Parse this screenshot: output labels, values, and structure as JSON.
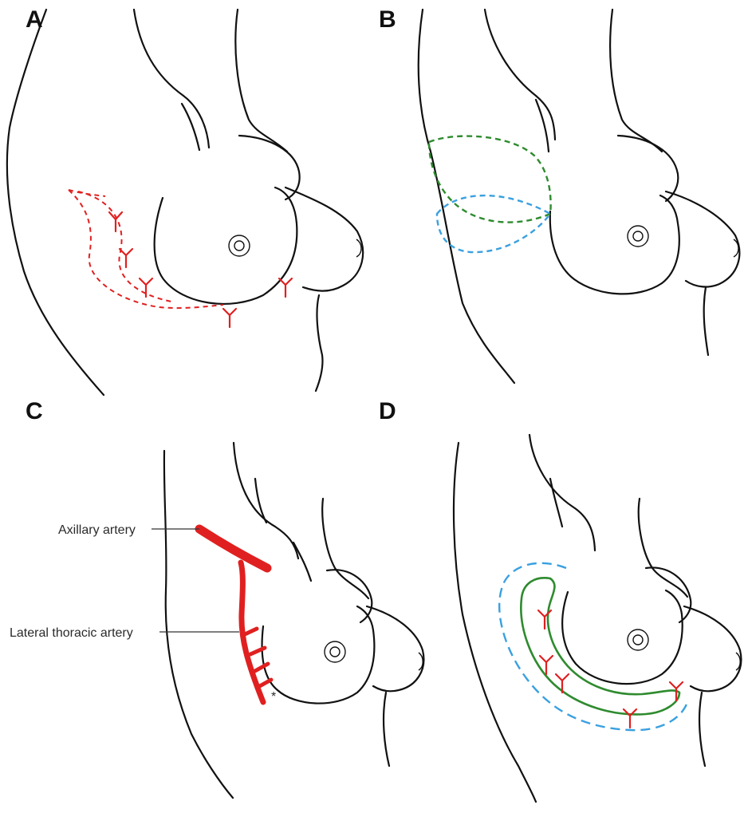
{
  "panels": [
    {
      "letter": "A"
    },
    {
      "letter": "B"
    },
    {
      "letter": "C",
      "callouts": [
        "Axillary artery",
        "Lateral thoracic artery"
      ],
      "marker": "*"
    },
    {
      "letter": "D"
    }
  ],
  "colors": {
    "outline": "#111111",
    "vessel": "#e02020",
    "flap_green": "#2e8b2e",
    "flap_blue": "#3aa0e0",
    "skin_shadow": "#e8b4a4"
  },
  "icons": [
    "vessel-branch-icon",
    "nipple-areola-icon"
  ]
}
